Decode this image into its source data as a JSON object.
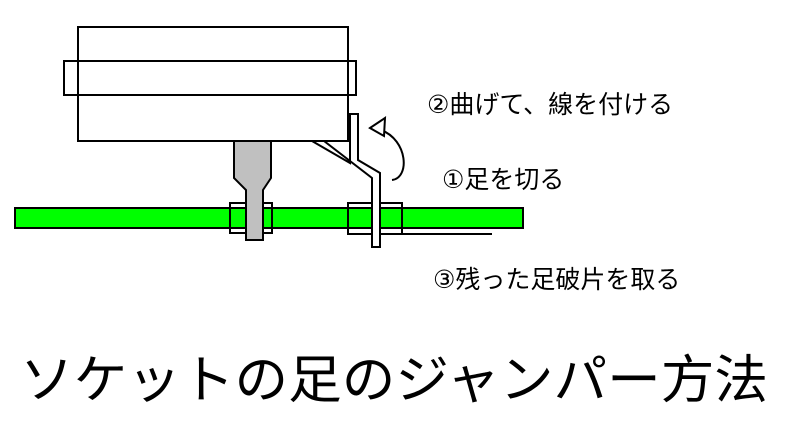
{
  "steps": {
    "bend": "②曲げて、線を付ける",
    "cut": "①足を切る",
    "remove": "③残った足破片を取る"
  },
  "title": "ソケットの足のジャンパー方法",
  "colors": {
    "board": "#00ff00",
    "socket_pin": "#c0c0c0",
    "outline": "#000000",
    "background": "#ffffff"
  }
}
